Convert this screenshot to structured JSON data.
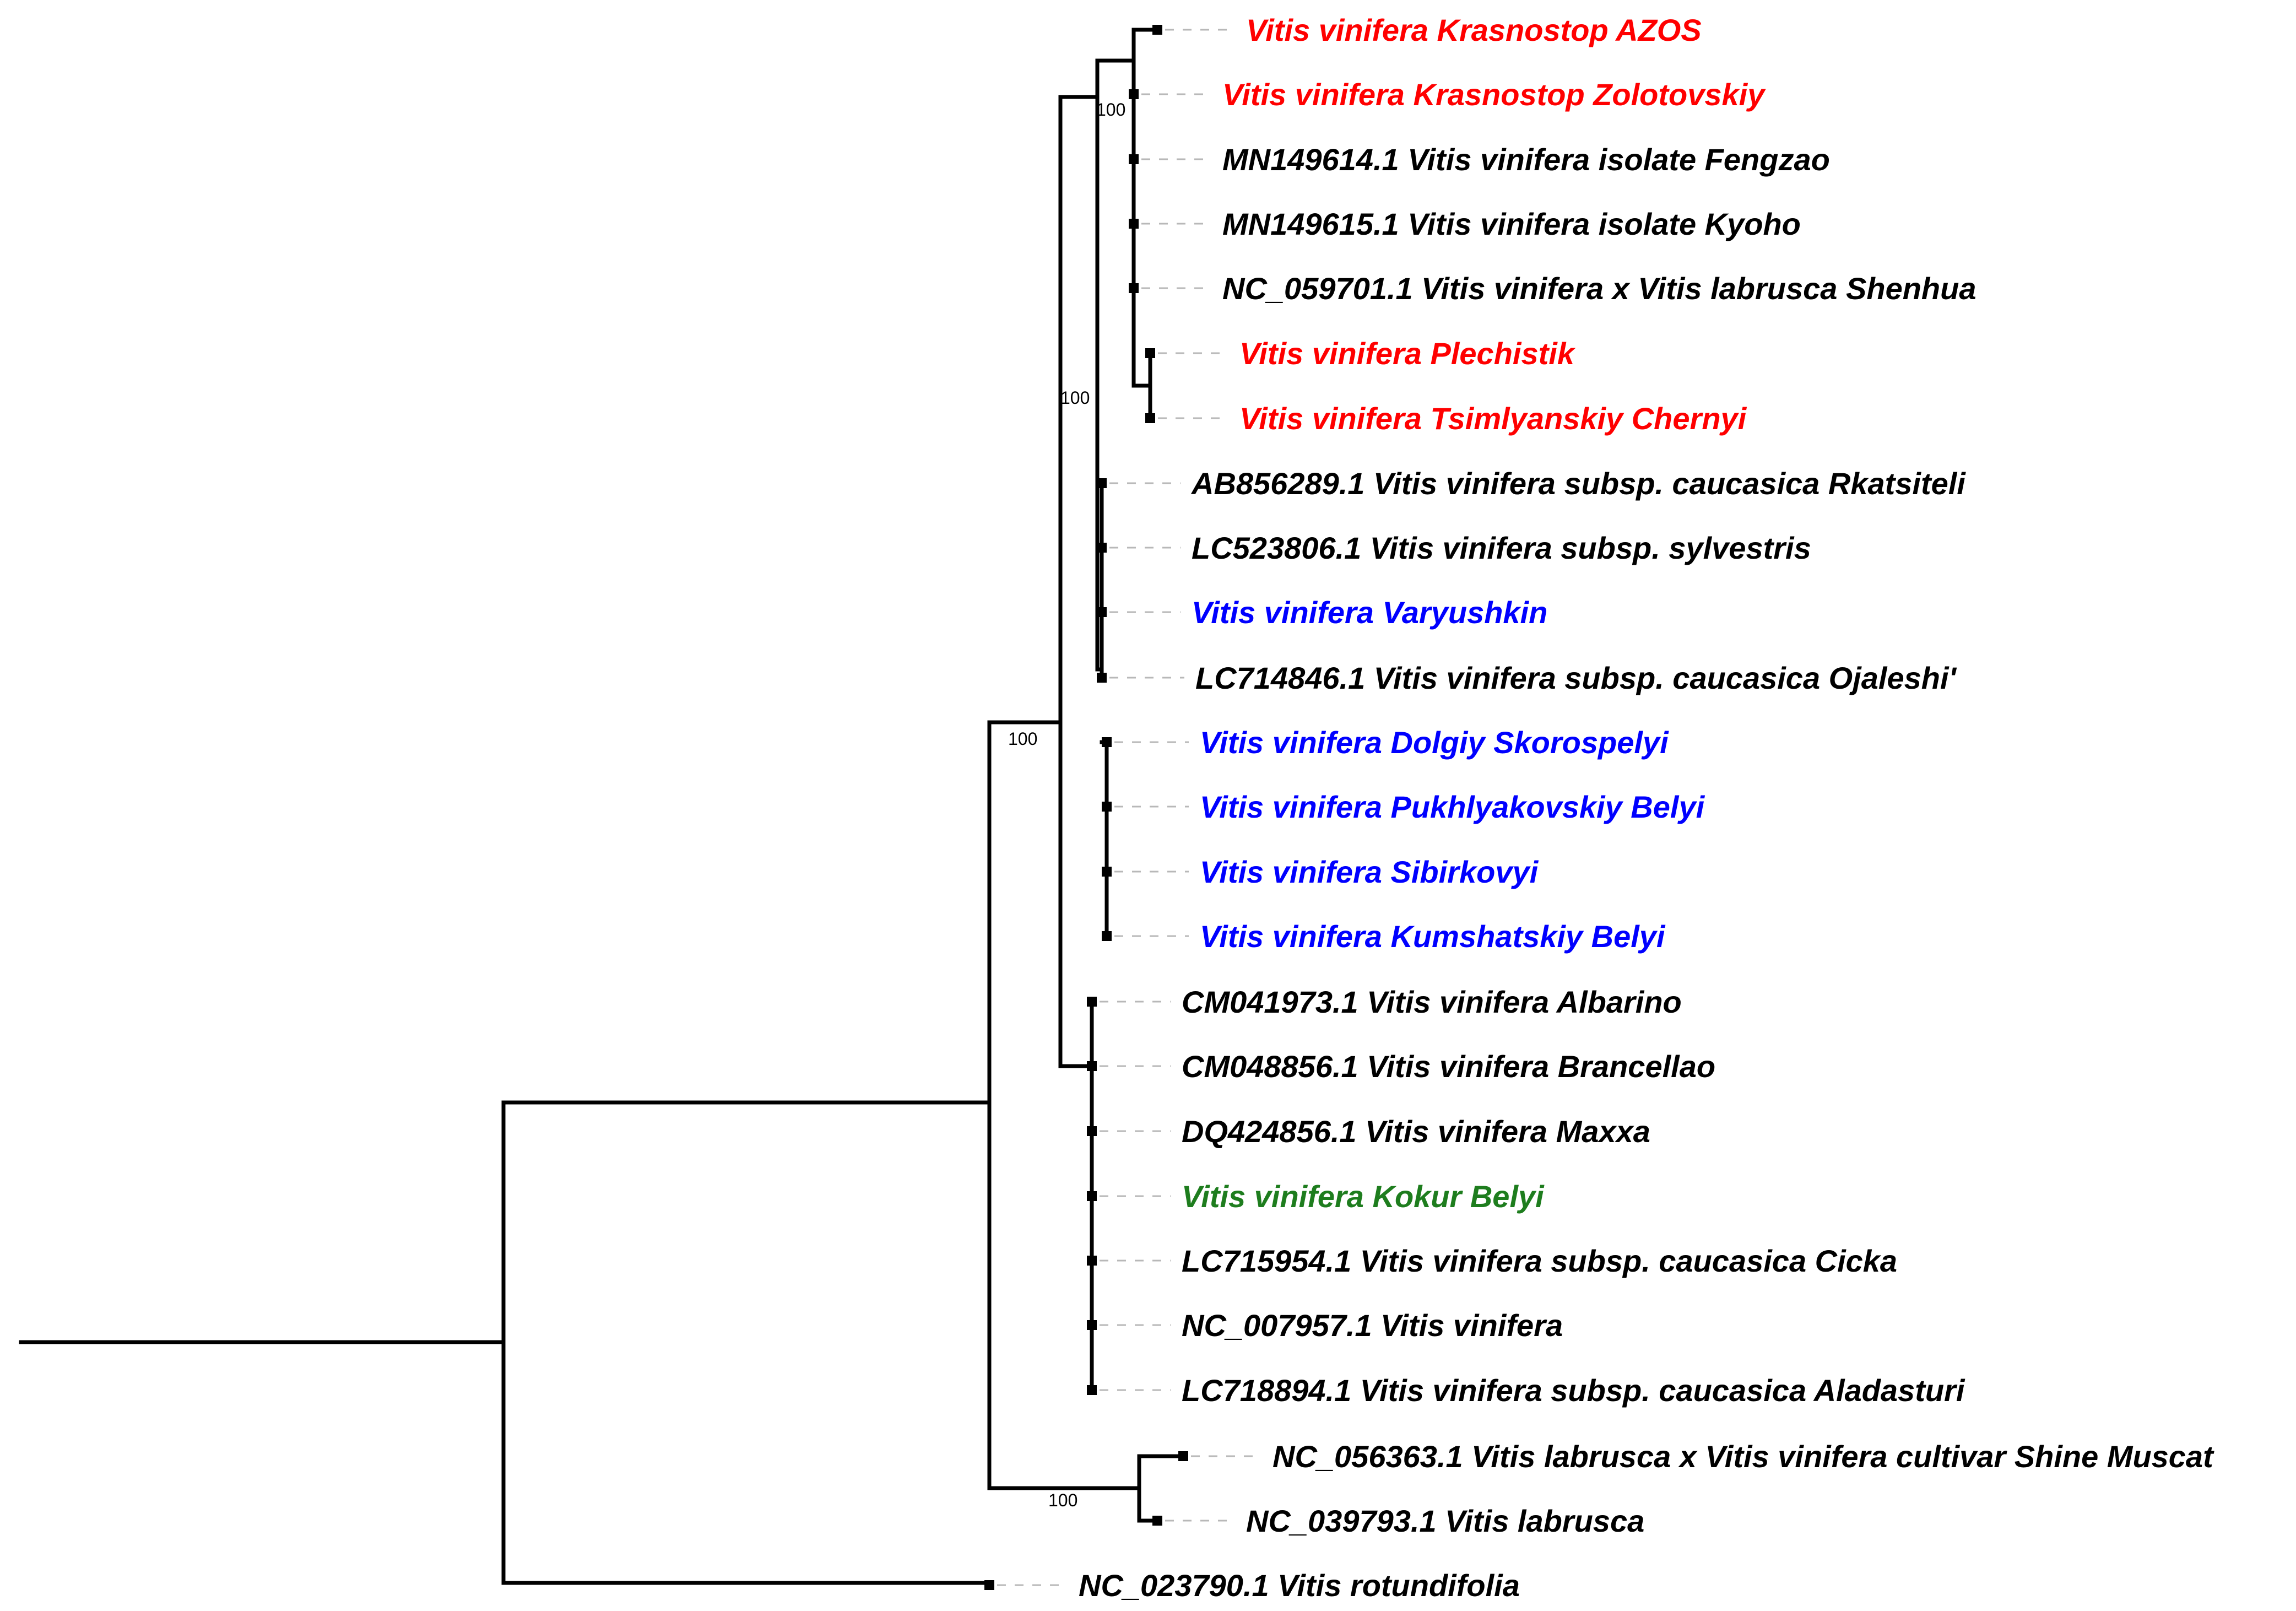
{
  "palette": {
    "red": "#ff0000",
    "blue": "#0000ff",
    "green": "#1e7d1e",
    "black": "#000000"
  },
  "tree": {
    "tips": [
      {
        "label": "Vitis vinifera Krasnostop AZOS",
        "color": "red"
      },
      {
        "label": "Vitis vinifera Krasnostop Zolotovskiy",
        "color": "red"
      },
      {
        "label": "MN149614.1 Vitis vinifera isolate Fengzao",
        "color": "black"
      },
      {
        "label": "MN149615.1 Vitis vinifera isolate Kyoho",
        "color": "black"
      },
      {
        "label": "NC_059701.1 Vitis vinifera x Vitis labrusca Shenhua",
        "color": "black"
      },
      {
        "label": "Vitis vinifera Plechistik",
        "color": "red"
      },
      {
        "label": "Vitis vinifera Tsimlyanskiy Chernyi",
        "color": "red"
      },
      {
        "label": "AB856289.1 Vitis vinifera subsp. caucasica Rkatsiteli",
        "color": "black"
      },
      {
        "label": "LC523806.1 Vitis vinifera subsp. sylvestris",
        "color": "black"
      },
      {
        "label": "Vitis vinifera Varyushkin",
        "color": "blue"
      },
      {
        "label": "LC714846.1 Vitis vinifera subsp. caucasica Ojaleshi'",
        "color": "black"
      },
      {
        "label": "Vitis vinifera Dolgiy Skorospelyi",
        "color": "blue"
      },
      {
        "label": "Vitis vinifera Pukhlyakovskiy Belyi",
        "color": "blue"
      },
      {
        "label": "Vitis vinifera Sibirkovyi",
        "color": "blue"
      },
      {
        "label": "Vitis vinifera Kumshatskiy Belyi",
        "color": "blue"
      },
      {
        "label": "CM041973.1 Vitis vinifera Albarino",
        "color": "black"
      },
      {
        "label": "CM048856.1 Vitis vinifera Brancellao",
        "color": "black"
      },
      {
        "label": "DQ424856.1 Vitis vinifera Maxxa",
        "color": "black"
      },
      {
        "label": "Vitis vinifera Kokur Belyi",
        "color": "green"
      },
      {
        "label": "LC715954.1 Vitis vinifera subsp. caucasica Cicka",
        "color": "black"
      },
      {
        "label": "NC_007957.1 Vitis vinifera",
        "color": "black"
      },
      {
        "label": "LC718894.1 Vitis vinifera subsp. caucasica Aladasturi",
        "color": "black"
      },
      {
        "label": "NC_056363.1 Vitis labrusca x Vitis vinifera cultivar Shine Muscat",
        "color": "black"
      },
      {
        "label": "NC_039793.1 Vitis labrusca",
        "color": "black"
      },
      {
        "label": "NC_023790.1 Vitis rotundifolia",
        "color": "black"
      }
    ],
    "support_values": [
      "100",
      "100",
      "100",
      "100"
    ]
  }
}
